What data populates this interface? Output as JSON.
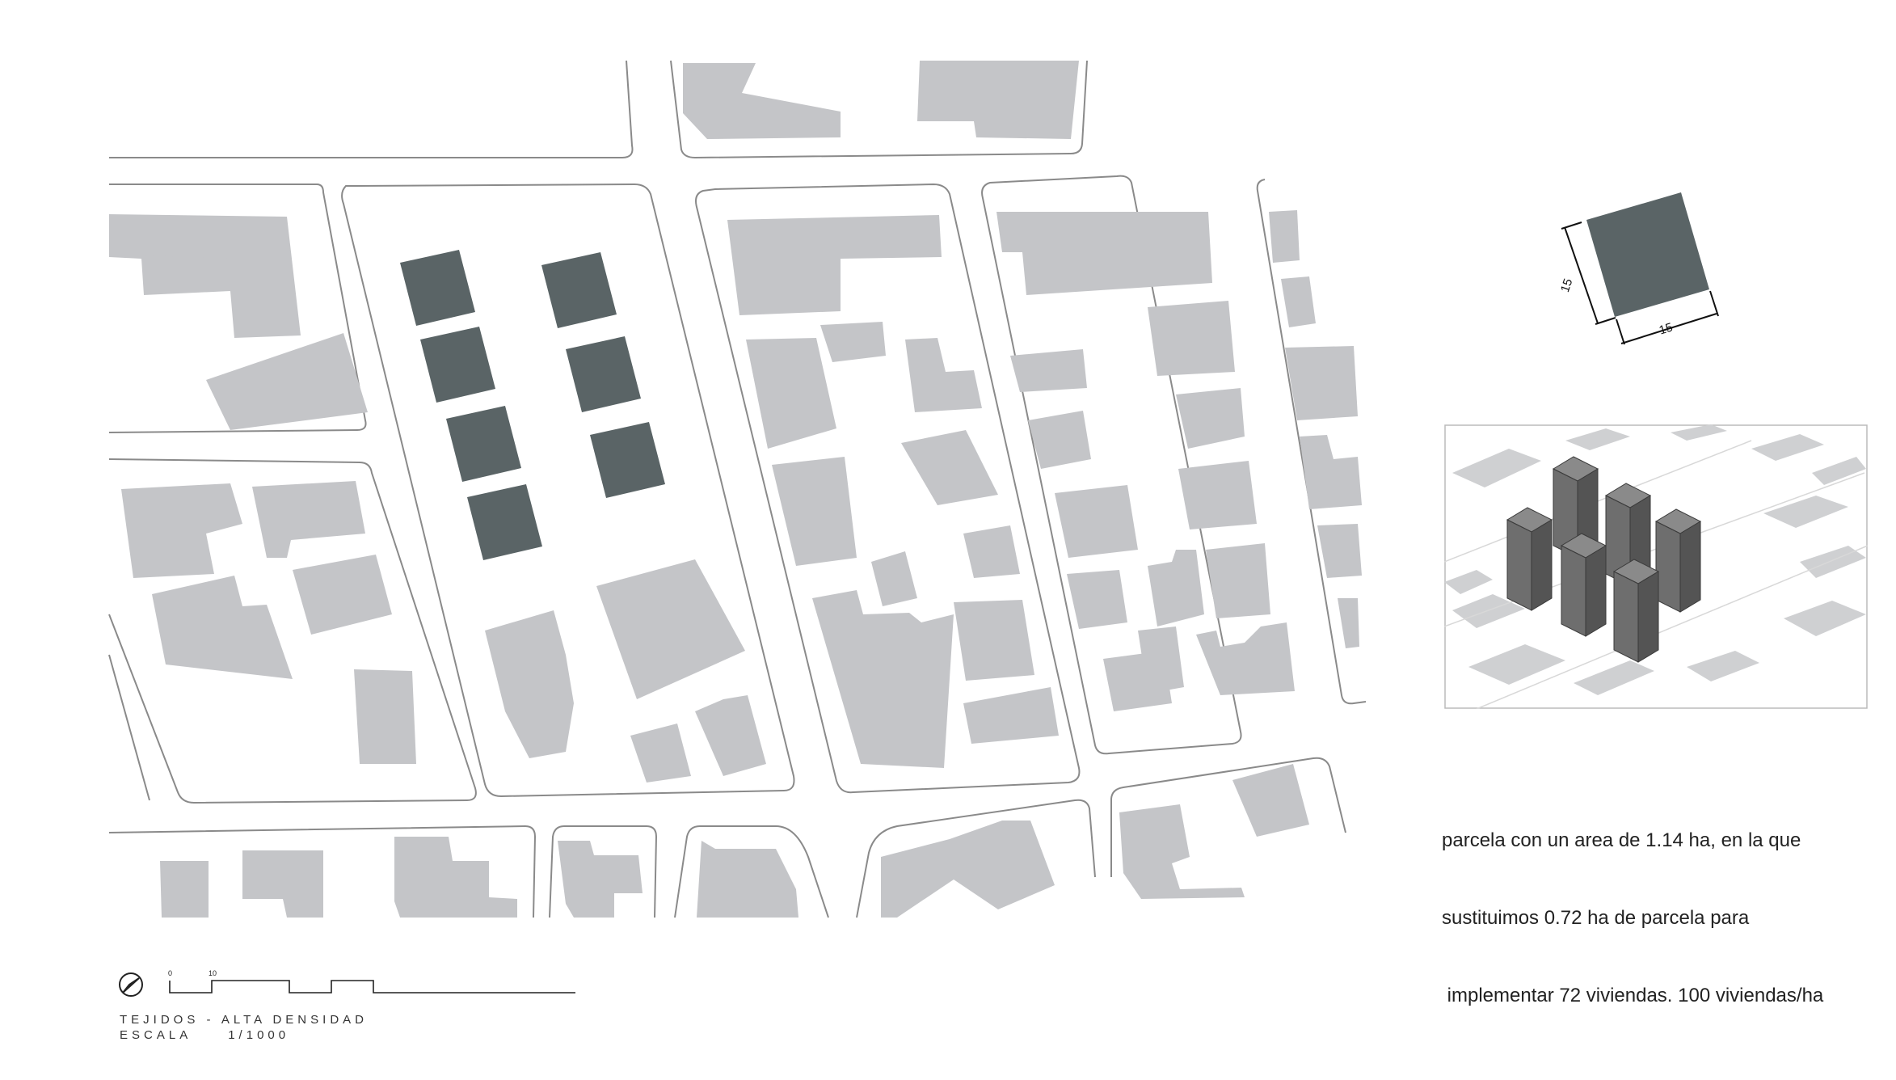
{
  "colors": {
    "background": "#ffffff",
    "existing_building": "#c4c5c8",
    "new_tower": "#5a6466",
    "street_line": "#8a8a8a",
    "axo_face_light": "#6e6e6e",
    "axo_face_dark": "#545454",
    "axo_top": "#8a8a8a"
  },
  "module": {
    "dim_side": "15",
    "dim_bottom": "15"
  },
  "description": {
    "line1": "parcela con un area de 1.14 ha, en la que",
    "line2": "sustituimos 0.72 ha de parcela para",
    "line3": " implementar 72 viviendas. 100 viviendas/ha"
  },
  "title_block": {
    "title": "TEJIDOS - ALTA DENSIDAD",
    "scale_label": "ESCALA",
    "scale_value": "1/1000"
  },
  "scalebar": {
    "tick_start": "0",
    "tick_end": "10"
  },
  "icons": {
    "north": "north-arrow-icon"
  }
}
